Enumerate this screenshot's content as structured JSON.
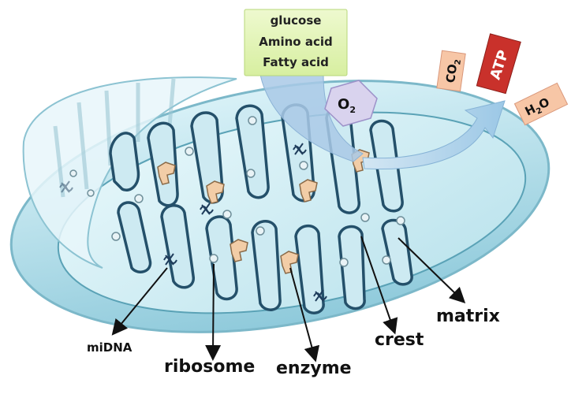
{
  "inputs": {
    "items": [
      "glucose",
      "Amino acid",
      "Fatty acid"
    ]
  },
  "oxygen": {
    "base": "O",
    "sub": "2"
  },
  "outputs": {
    "co2": {
      "base": "CO",
      "sub": "2"
    },
    "atp": "ATP",
    "h2o": {
      "pre": "H",
      "sub": "2",
      "post": "O"
    }
  },
  "labels": {
    "midna": "miDNA",
    "ribosome": "ribosome",
    "enzyme": "enzyme",
    "crest": "crest",
    "matrix": "matrix"
  },
  "colors": {
    "outer_membrane": "#bfe4ee",
    "matrix": "#d7f0f7",
    "crest_stroke": "#24506a",
    "input_box": "#e3f5b9",
    "o2_badge": "#d9d3ee",
    "atp_red": "#c9312b",
    "salmon": "#f4c2a3"
  }
}
